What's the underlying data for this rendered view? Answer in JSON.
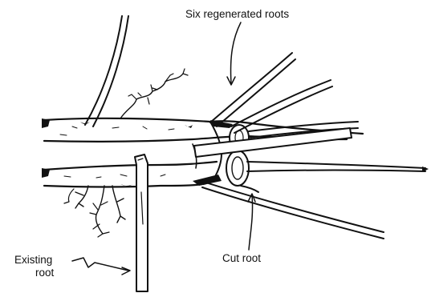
{
  "labels": {
    "regenerated_roots": "Six regenerated roots",
    "cut_root": "Cut root",
    "existing_root_line1": "Existing",
    "existing_root_line2": "root"
  },
  "colors": {
    "ink": "#111111",
    "paper": "#ffffff"
  }
}
